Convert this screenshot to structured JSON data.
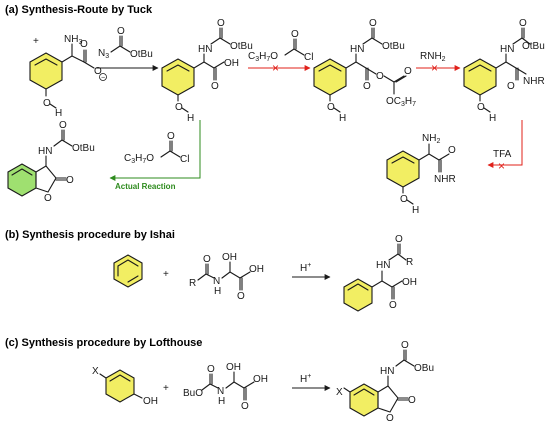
{
  "colors": {
    "ring_fill": "#f2ee63",
    "ring_fill_green": "#9fe070",
    "arrow_red": "#e0211a",
    "arrow_green": "#2e8b1e",
    "bond": "#1a1a1a"
  },
  "sections": {
    "a_title": "(a) Synthesis-Route by Tuck",
    "b_title": "(b) Synthesis procedure by Ishai",
    "c_title": "(c) Synthesis procedure by Lofthouse"
  },
  "a": {
    "nh3": "NH",
    "nh3_sub": "3",
    "plus_charge": "+",
    "minus_charge": "−",
    "o": "O",
    "oh_o": "O",
    "h": "H",
    "n3": "N",
    "n3_sub": "3",
    "otbu": "OtBu",
    "c3h7": "C",
    "c3h7_sub": "3",
    "c3h7_h": "H",
    "c3h7_sub2": "7",
    "cl": "Cl",
    "hn": "HN",
    "oh": "OH",
    "rnh2": "RNH",
    "rnh2_sub": "2",
    "nhr": "NHR",
    "nh2": "NH",
    "nh2_sub": "2",
    "tfa": "TFA",
    "actual_reaction": "Actual Reaction",
    "oc3h7": "OC",
    "cross": "×"
  },
  "b": {
    "plus": "+",
    "r": "R",
    "n": "N",
    "h": "H",
    "oh": "OH",
    "o": "O",
    "hn": "HN",
    "hplus": "H",
    "hplus_sup": "+"
  },
  "c": {
    "x": "X",
    "oh": "OH",
    "plus": "+",
    "buo": "BuO",
    "n": "N",
    "h": "H",
    "o": "O",
    "hn": "HN",
    "obu": "OBu",
    "hplus": "H",
    "hplus_sup": "+"
  }
}
